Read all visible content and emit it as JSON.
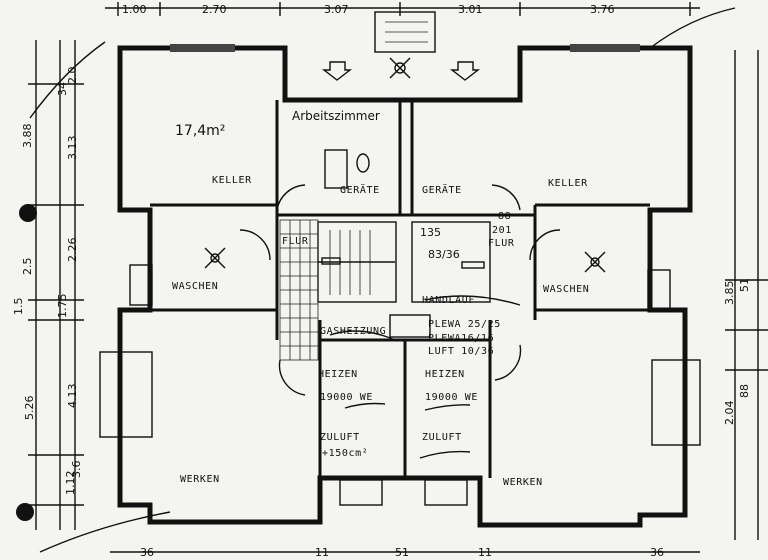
{
  "top_dimensions": [
    "1.00",
    "2.70",
    "3.07",
    "3.01",
    "3.76"
  ],
  "left_dimensions": [
    "3.88",
    "3.13",
    "2.5",
    "2.26",
    "5.26",
    "4.13",
    "1.12",
    "3.6",
    "2.0",
    "34",
    "1.75",
    "1.5"
  ],
  "right_dimensions": [
    "3.85",
    "51",
    "2.04",
    "88"
  ],
  "bottom_dimensions": [
    "36",
    "11",
    "51",
    "11",
    "36"
  ],
  "rooms": {
    "area_note": "17,4m²",
    "arbeitszimmer": "Arbeitszimmer",
    "keller_left": "KELLER",
    "keller_right": "KELLER",
    "geraete_left": "GERÄTE",
    "geraete_right": "GERÄTE",
    "flur_left": "FLUR",
    "flur_right": "FLUR",
    "waschen_left": "WASCHEN",
    "waschen_right": "WASCHEN",
    "werken_left": "WERKEN",
    "werken_right": "WERKEN",
    "handlauf": "HANDLAUF",
    "gasheizung": "GASHEIZUNG",
    "heizen_left": "HEIZEN",
    "heizen_right": "HEIZEN",
    "we_left": "19000 WE",
    "we_right": "19000 WE",
    "zuluft_left": "ZULUFT",
    "zuluft_right": "ZULUFT",
    "zuluft_area": "+150cm²",
    "plewa_1": "PLEWA 25/25",
    "plewa_2": "PLEWA16/16",
    "luft": "LUFT 10/36",
    "door_201": "201",
    "door_88": "88",
    "stair_1": "135",
    "stair_2": "83/36"
  }
}
